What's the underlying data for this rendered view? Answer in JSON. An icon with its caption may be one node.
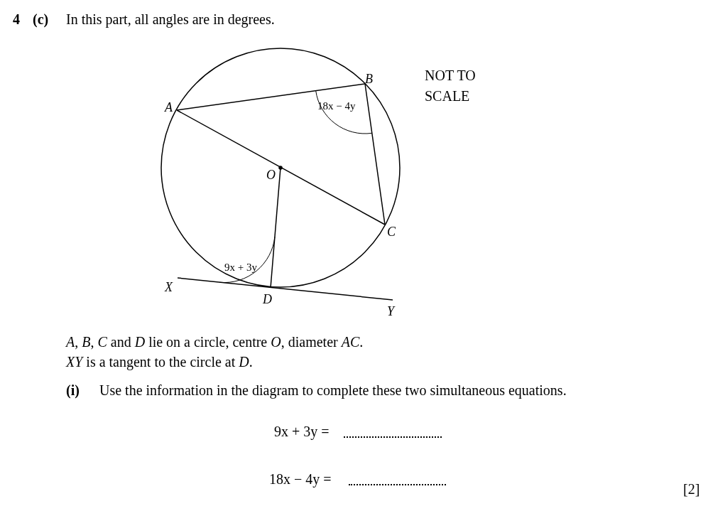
{
  "diagram": {
    "labels": [
      "4",
      "(c)",
      "In this part, all angles are in degrees.",
      "*A*",
      "*B*",
      "*O*",
      "*C*",
      "*X*",
      "*D*",
      "*Y*",
      "18x − 4y",
      "9x + 3y",
      "NOT TO SCALE",
      "*A*, *B*, *C* and *D* lie on a circle, centre *O*, diameter *AC*.",
      "*XY* is a tangent to the circle at *D*.",
      "(i)",
      "Use the information in the diagram to complete these two simultaneous equations.",
      "9x + 3y =",
      "18x − 4y =",
      "[2]"
    ]
  }
}
